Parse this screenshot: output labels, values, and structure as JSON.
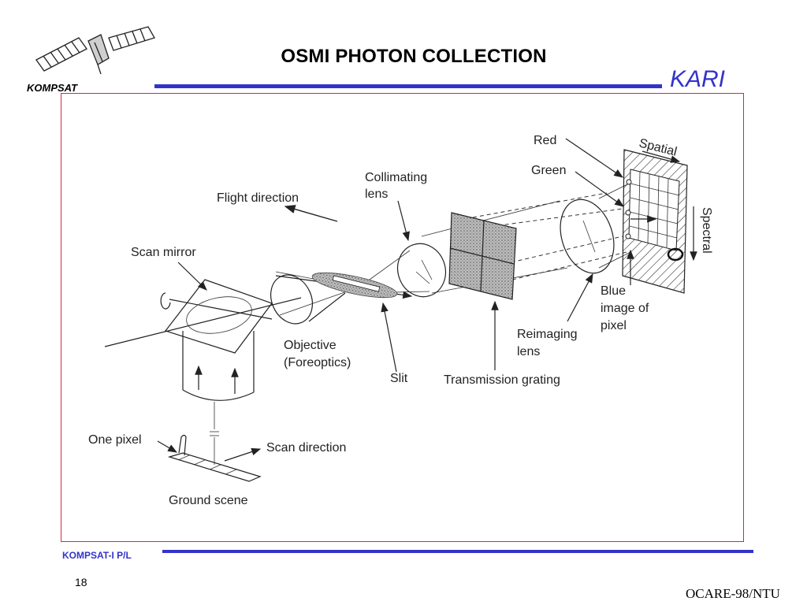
{
  "header": {
    "title": "OSMI PHOTON COLLECTION",
    "logo_label": "KOMPSAT",
    "org": "KARI"
  },
  "footer": {
    "left": "KOMPSAT-I P/L",
    "page_number": "18",
    "right": "OCARE-98/NTU"
  },
  "diagram": {
    "labels": {
      "flight_direction": "Flight direction",
      "scan_mirror": "Scan mirror",
      "objective_line1": "Objective",
      "objective_line2": "(Foreoptics)",
      "collimating_line1": "Collimating",
      "collimating_line2": "lens",
      "slit": "Slit",
      "transmission_grating": "Transmission grating",
      "reimaging_line1": "Reimaging",
      "reimaging_line2": "lens",
      "red": "Red",
      "green": "Green",
      "spatial": "Spatial",
      "spectral": "Spectral",
      "blue_line1": "Blue",
      "blue_line2": "image of",
      "blue_line3": "pixel",
      "one_pixel": "One pixel",
      "scan_direction": "Scan direction",
      "ground_scene": "Ground scene"
    },
    "colors": {
      "accent_blue": "#3333cc",
      "frame_red": "#cc2b4a"
    }
  }
}
